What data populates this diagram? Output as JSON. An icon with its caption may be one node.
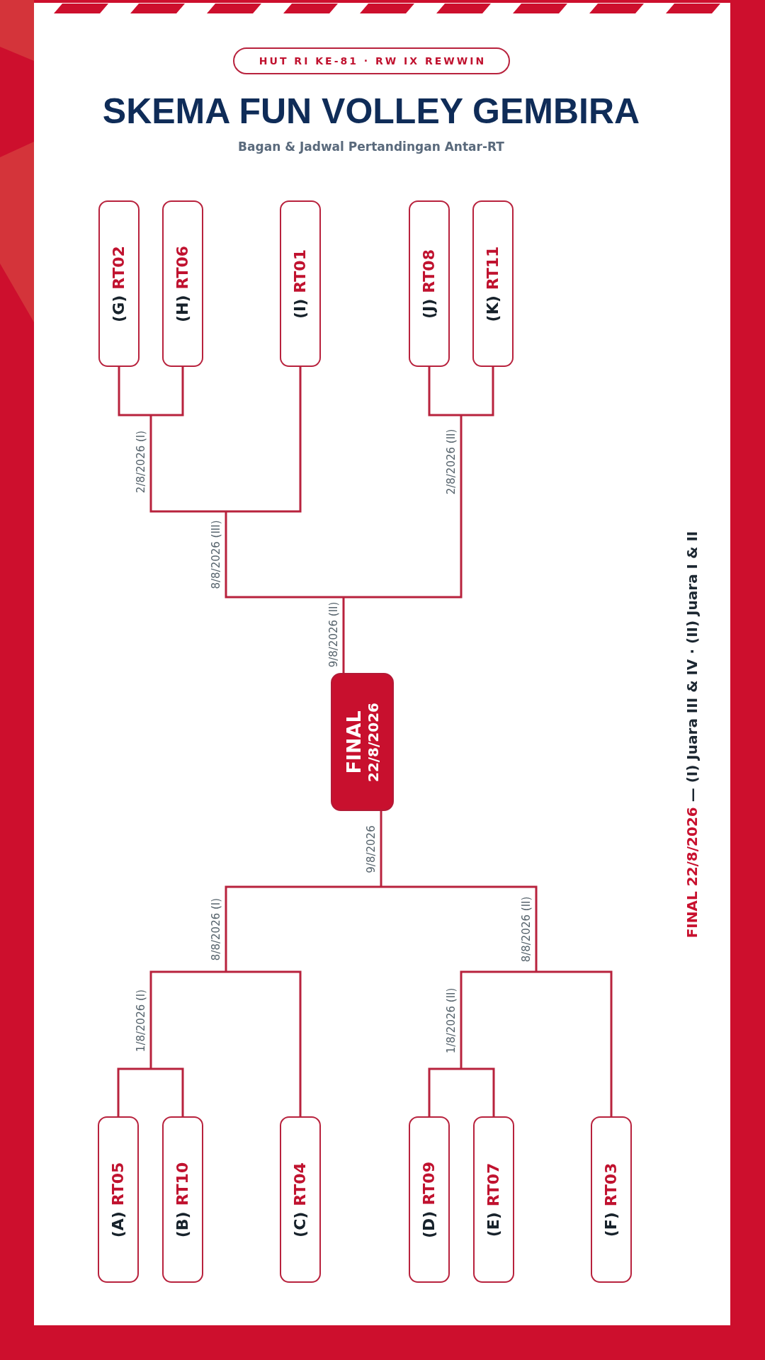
{
  "diagram": {
    "title": "SKEMA FUN VOLLEY GEMBIRA",
    "nodes": [
      {
        "text": [
          "HUT RI KE-81 · RW IX REWWIN"
        ]
      },
      {
        "text": [
          "(G)",
          "RT02"
        ]
      },
      {
        "text": [
          "(H)",
          "RT06"
        ]
      },
      {
        "text": [
          "(I)",
          "RT01"
        ]
      },
      {
        "text": [
          "(J)",
          "RT08"
        ]
      },
      {
        "text": [
          "(K)",
          "RT11"
        ]
      },
      {
        "text": [
          "FINAL",
          "22/8/2026"
        ]
      },
      {
        "text": [
          "(A)",
          "RT05"
        ]
      },
      {
        "text": [
          "(B)",
          "RT10"
        ]
      },
      {
        "text": [
          "(C)",
          "RT04"
        ]
      },
      {
        "text": [
          "(D)",
          "RT09"
        ]
      },
      {
        "text": [
          "(E)",
          "RT07"
        ]
      },
      {
        "text": [
          "(F)",
          "RT03"
        ]
      }
    ],
    "edges": [
      {
        "from": 1,
        "to": 6,
        "arrow": "none"
      },
      {
        "from": 2,
        "to": 6,
        "arrow": "none"
      },
      {
        "from": 3,
        "to": 6,
        "arrow": "none"
      },
      {
        "from": 4,
        "to": 6,
        "arrow": "none"
      },
      {
        "from": 5,
        "to": 6,
        "arrow": "none"
      },
      {
        "from": 7,
        "to": 6,
        "arrow": "none"
      },
      {
        "from": 8,
        "to": 6,
        "arrow": "none"
      },
      {
        "from": 9,
        "to": 6,
        "arrow": "none"
      },
      {
        "from": 10,
        "to": 6,
        "arrow": "none"
      },
      {
        "from": 11,
        "to": 6,
        "arrow": "none"
      },
      {
        "from": 12,
        "to": 6,
        "arrow": "none"
      }
    ],
    "labels": [
      "Bagan & Jadwal Pertandingan Antar-RT",
      "2/8/2026 (I)",
      "2/8/2026 (II)",
      "8/8/2026 (III)",
      "9/8/2026 (II)",
      "9/8/2026",
      "8/8/2026 (I)",
      "8/8/2026 (II)",
      "1/8/2026 (I)",
      "1/8/2026 (II)",
      "**FINAL 22/8/2026** — (I) Juara III & IV · (II) Juara I & II"
    ]
  }
}
